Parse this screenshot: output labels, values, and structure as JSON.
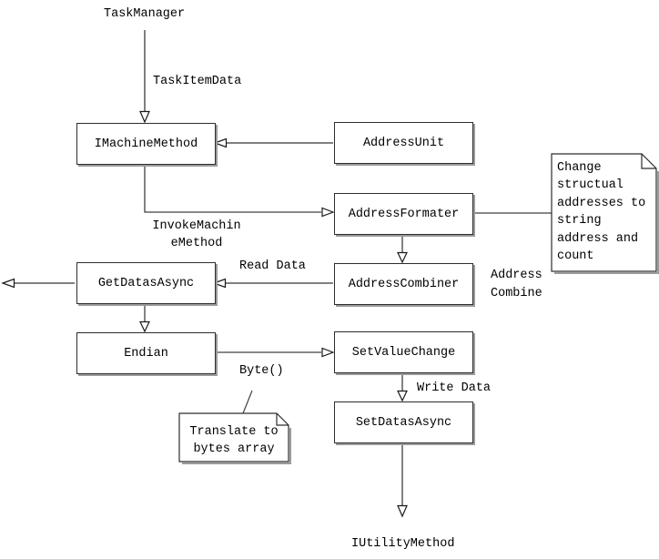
{
  "diagram": {
    "nodes": {
      "task_manager": "TaskManager",
      "imachine_method": "IMachineMethod",
      "address_unit": "AddressUnit",
      "address_formater": "AddressFormater",
      "address_combiner": "AddressCombiner",
      "get_datas_async": "GetDatasAsync",
      "endian": "Endian",
      "set_value_change": "SetValueChange",
      "set_datas_async": "SetDatasAsync",
      "iutility_method": "IUtilityMethod"
    },
    "edge_labels": {
      "task_item_data": "TaskItemData",
      "invoke_machine_method": "InvokeMachin\neMethod",
      "read_data": "Read Data",
      "address_combine": "Address\nCombine",
      "byte": "Byte()",
      "write_data": "Write Data"
    },
    "notes": {
      "change_structural": "Change\nstructual\naddresses to\nstring\naddress and\ncount",
      "translate_bytes": "Translate to\nbytes array"
    },
    "colors": {
      "background": "#ffffff",
      "box_border": "#2d2d2d",
      "box_shadow": "#9b9b9b",
      "connector_dark": "#404040",
      "connector_gray": "#808080",
      "text": "#000000"
    }
  }
}
